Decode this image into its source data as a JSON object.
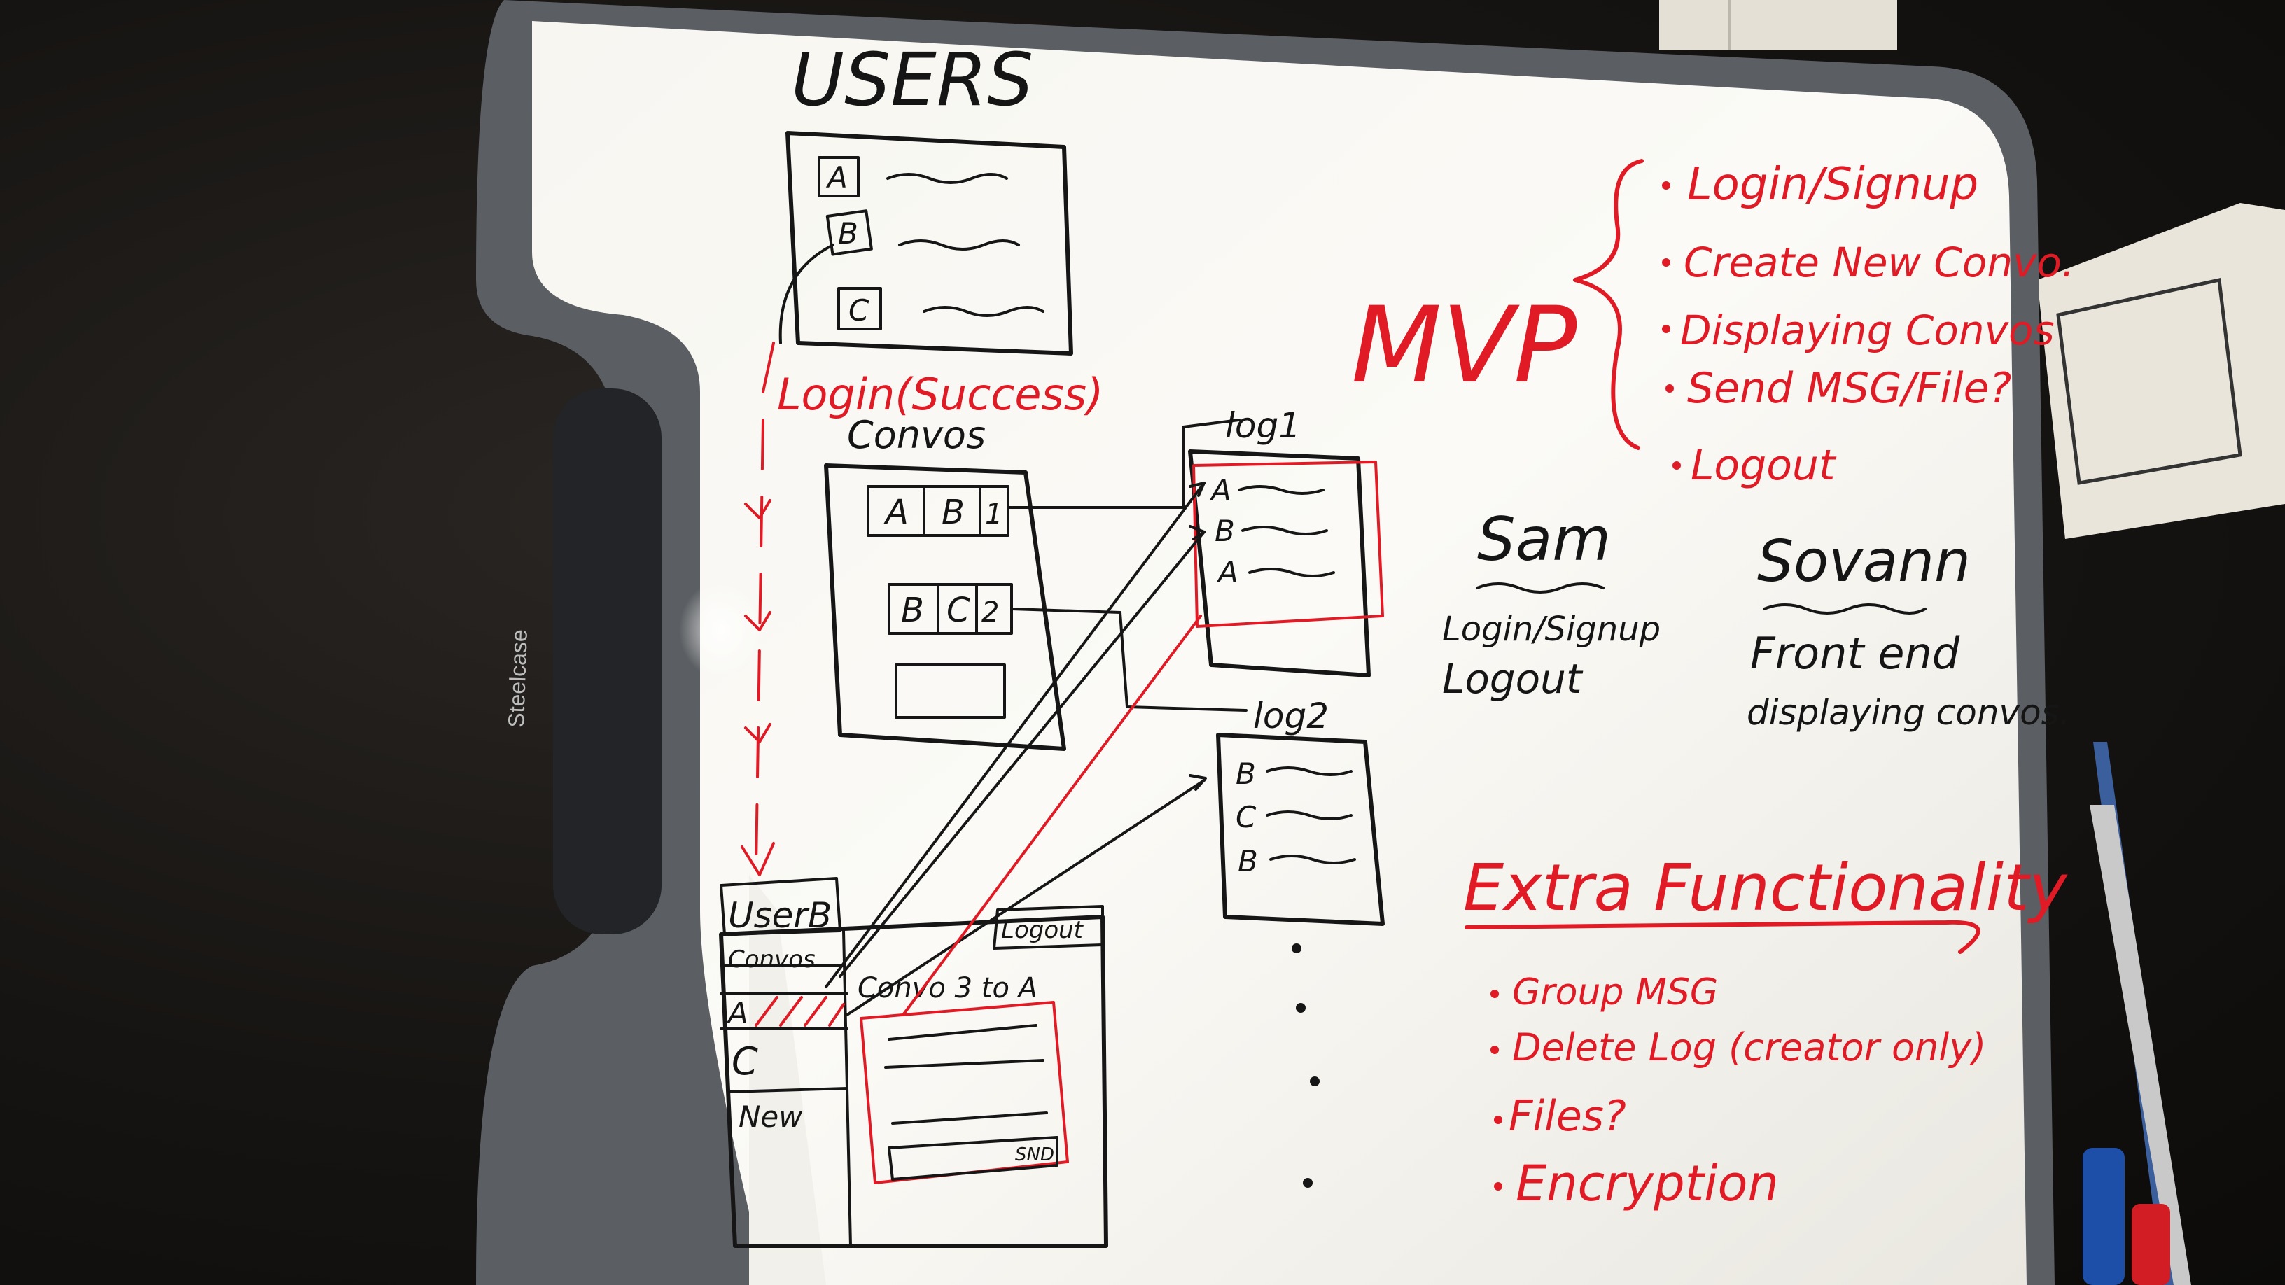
{
  "brand": "Steelcase",
  "flow_diagram": {
    "users_title": "USERS",
    "user_cards": [
      "A",
      "B",
      "C"
    ],
    "login_label": "Login(Success)",
    "convos_title": "Convos",
    "convo_rows": [
      {
        "members": [
          "A",
          "B"
        ],
        "id": "1"
      },
      {
        "members": [
          "B",
          "C"
        ],
        "id": "2"
      }
    ],
    "log1_title": "log1",
    "log1_entries": [
      "A",
      "B",
      "A"
    ],
    "log2_title": "log2",
    "log2_entries": [
      "B",
      "C",
      "B"
    ],
    "mock_user": "UserB",
    "mock_logout": "Logout",
    "mock_convos_label": "Convos",
    "mock_sidebar": [
      "A",
      "C",
      "New"
    ],
    "mock_header": "Convo 3 to A",
    "mock_send": "SND"
  },
  "mvp": {
    "title": "MVP",
    "items": [
      "Login/Signup",
      "Create New Convo.",
      "Displaying Convos",
      "Send MSG/File?",
      "Logout"
    ]
  },
  "assignments": [
    {
      "name": "Sam",
      "tasks": [
        "Login/Signup",
        "Logout"
      ]
    },
    {
      "name": "Sovann",
      "tasks": [
        "Front end",
        "displaying convos."
      ]
    }
  ],
  "extra": {
    "title": "Extra Functionality",
    "items": [
      "Group MSG",
      "Delete Log (creator only)",
      "Files?",
      "Encryption"
    ]
  }
}
